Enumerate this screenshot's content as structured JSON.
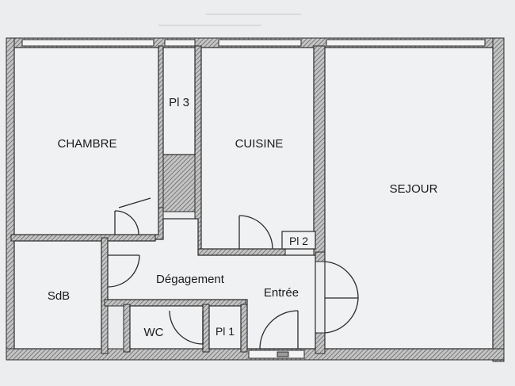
{
  "plan": {
    "rooms": [
      {
        "key": "chambre",
        "label": "CHAMBRE"
      },
      {
        "key": "pl3",
        "label": "Pl 3"
      },
      {
        "key": "cuisine",
        "label": "CUISINE"
      },
      {
        "key": "sejour",
        "label": "SEJOUR"
      },
      {
        "key": "pl2",
        "label": "Pl 2"
      },
      {
        "key": "degagement",
        "label": "Dégagement"
      },
      {
        "key": "entree",
        "label": "Entrée"
      },
      {
        "key": "sdb",
        "label": "SdB"
      },
      {
        "key": "wc",
        "label": "WC"
      },
      {
        "key": "pl1",
        "label": "Pl 1"
      }
    ]
  },
  "colors": {
    "paper": "#ecedef",
    "wall_fill": "#b9b9b9",
    "wall_line": "#2a2a2a",
    "ink": "#1b1b1b"
  }
}
